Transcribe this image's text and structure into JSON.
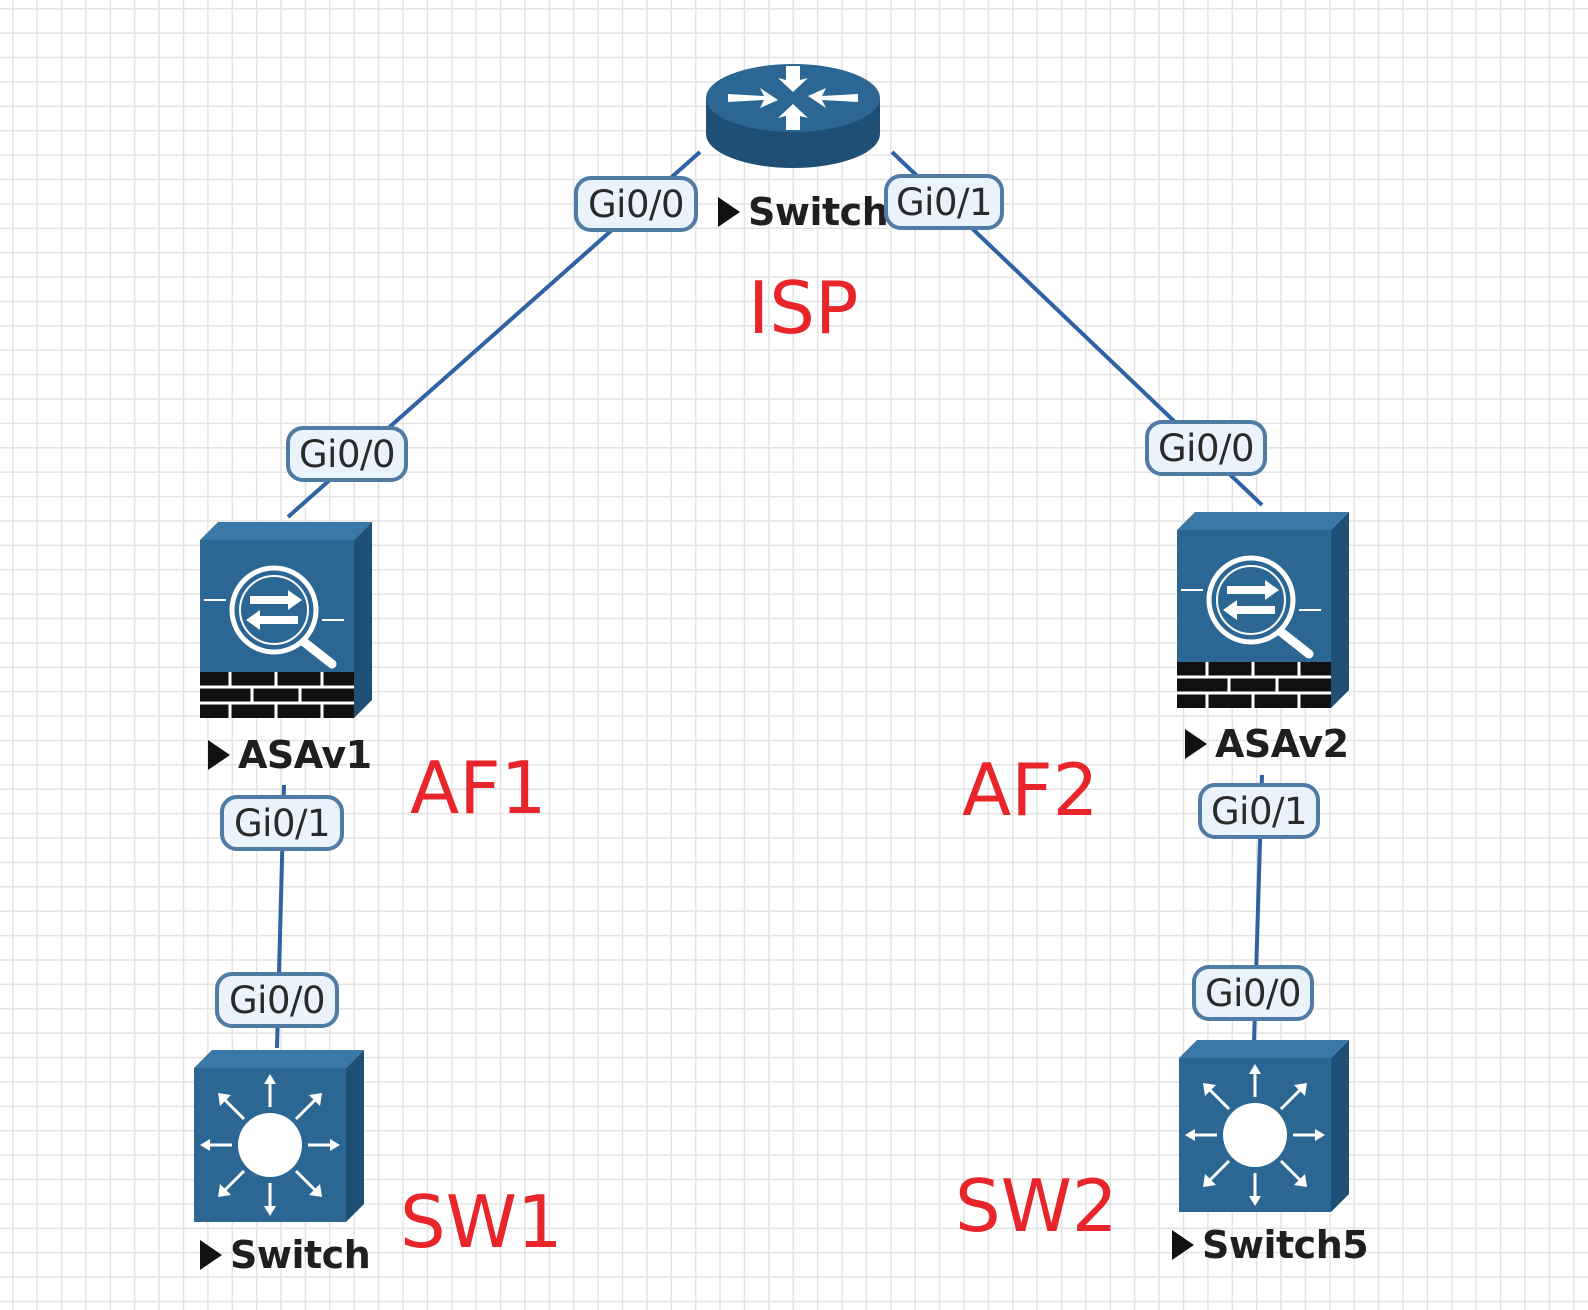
{
  "colors": {
    "device_fill": "#2c6693",
    "device_side": "#1f4f74",
    "link": "#2e62a3",
    "port_bg": "#eaf2fb",
    "port_border": "#4f7ba5",
    "annotation": "#e8252a",
    "grid": "#e3e3e3"
  },
  "nodes": {
    "isp": {
      "type": "router",
      "icon": "router-icon",
      "label": "Switch"
    },
    "asav1": {
      "type": "firewall",
      "icon": "firewall-icon",
      "label": "ASAv1"
    },
    "asav2": {
      "type": "firewall",
      "icon": "firewall-icon",
      "label": "ASAv2"
    },
    "sw1": {
      "type": "switch",
      "icon": "layer3-switch-icon",
      "label": "Switch"
    },
    "sw2": {
      "type": "switch",
      "icon": "layer3-switch-icon",
      "label": "Switch5"
    }
  },
  "links": [
    {
      "from": "isp",
      "from_port": "Gi0/0",
      "to": "asav1",
      "to_port": "Gi0/0"
    },
    {
      "from": "isp",
      "from_port": "Gi0/1",
      "to": "asav2",
      "to_port": "Gi0/0"
    },
    {
      "from": "asav1",
      "from_port": "Gi0/1",
      "to": "sw1",
      "to_port": "Gi0/0"
    },
    {
      "from": "asav2",
      "from_port": "Gi0/1",
      "to": "sw2",
      "to_port": "Gi0/0"
    }
  ],
  "annotations": {
    "isp": "ISP",
    "af1": "AF1",
    "af2": "AF2",
    "sw1": "SW1",
    "sw2": "SW2"
  }
}
